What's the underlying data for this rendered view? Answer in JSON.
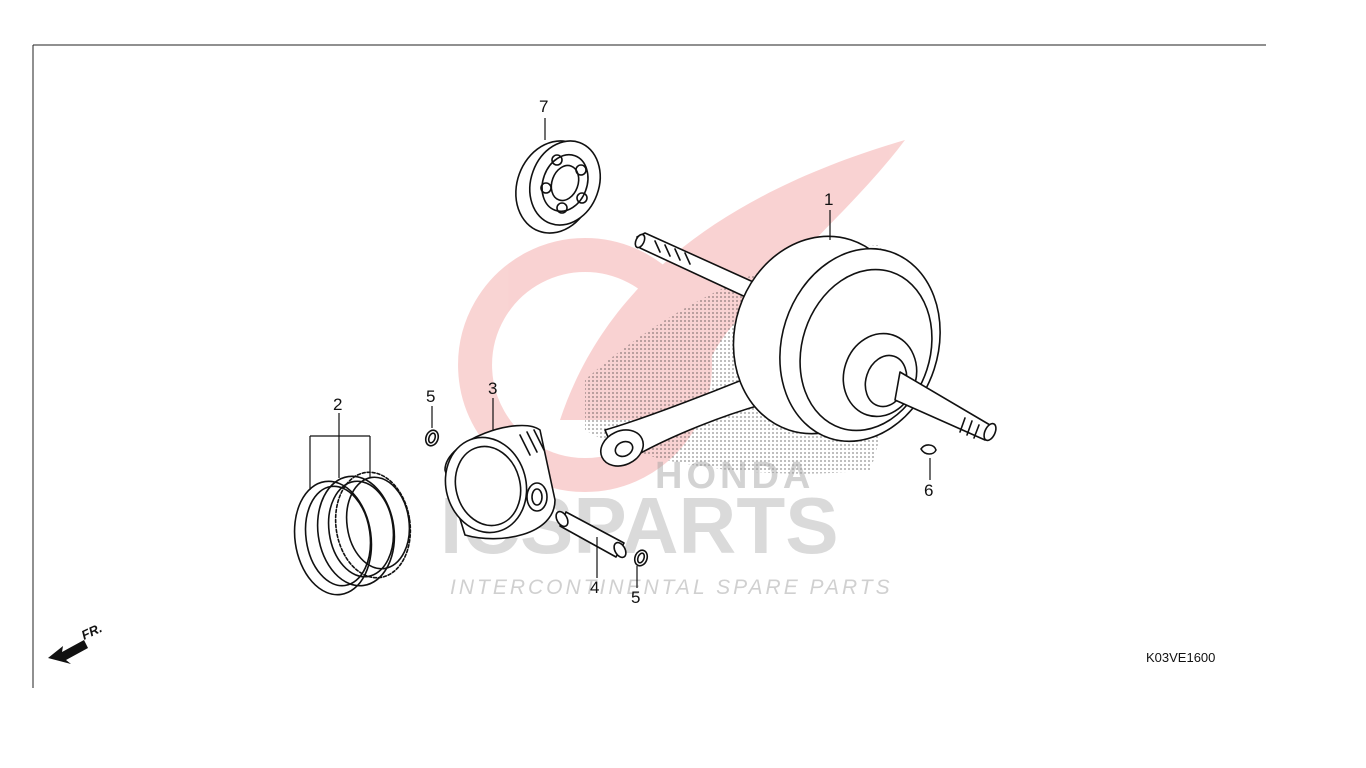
{
  "diagram": {
    "code": "K03VE1600",
    "front_marker": "FR.",
    "callouts": [
      {
        "id": "1",
        "label": "1"
      },
      {
        "id": "2",
        "label": "2"
      },
      {
        "id": "3",
        "label": "3"
      },
      {
        "id": "4",
        "label": "4"
      },
      {
        "id": "5a",
        "label": "5"
      },
      {
        "id": "5b",
        "label": "5"
      },
      {
        "id": "6",
        "label": "6"
      },
      {
        "id": "7",
        "label": "7"
      }
    ]
  },
  "watermark": {
    "brand_big": "ICSPARTS",
    "brand_small": "INTERCONTINENTAL SPARE PARTS",
    "oem_text": "HONDA",
    "colors": {
      "red": "#e53935",
      "gray": "#bdbdbd"
    }
  }
}
